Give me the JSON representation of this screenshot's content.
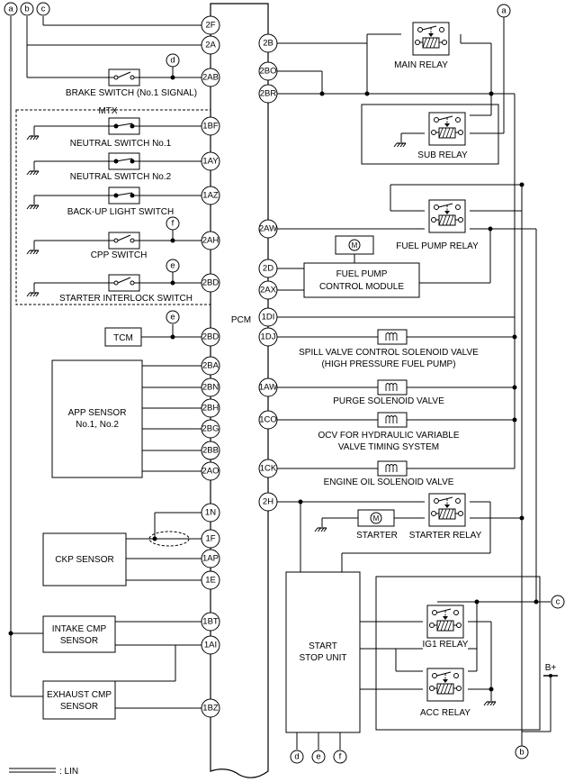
{
  "pcm_label": "PCM",
  "mtx_label": "MTX",
  "connectors": {
    "a": "a",
    "b": "b",
    "c": "c",
    "d": "d",
    "e": "e",
    "f": "f"
  },
  "left_pins": {
    "p2F": "2F",
    "p2A": "2A",
    "p2AB": "2AB",
    "p1BF": "1BF",
    "p1AY": "1AY",
    "p1AZ": "1AZ",
    "p2AH": "2AH",
    "p2BD": "2BD",
    "p2BD_tcm": "2BD",
    "p2BA": "2BA",
    "p2BN": "2BN",
    "p2BH": "2BH",
    "p2BG": "2BG",
    "p2BB": "2BB",
    "p2AO": "2AO",
    "p1N": "1N",
    "p1F": "1F",
    "p1AP": "1AP",
    "p1E": "1E",
    "p1BT": "1BT",
    "p1AI": "1AI",
    "p1BZ": "1BZ"
  },
  "right_pins": {
    "p2B": "2B",
    "p2BO": "2BO",
    "p2BR": "2BR",
    "p2AW": "2AW",
    "p2D": "2D",
    "p2AX": "2AX",
    "p1DI": "1DI",
    "p1DJ": "1DJ",
    "p1AW": "1AW",
    "p1CO": "1CO",
    "p1CK": "1CK",
    "p2H": "2H"
  },
  "components": {
    "brake_switch": "BRAKE SWITCH (No.1 SIGNAL)",
    "neutral_switch_1": "NEUTRAL SWITCH No.1",
    "neutral_switch_2": "NEUTRAL SWITCH No.2",
    "backup_light_switch": "BACK-UP LIGHT SWITCH",
    "cpp_switch": "CPP SWITCH",
    "starter_interlock": "STARTER INTERLOCK SWITCH",
    "tcm": "TCM",
    "app_sensor_1": "APP SENSOR",
    "app_sensor_2": "No.1, No.2",
    "ckp_sensor": "CKP SENSOR",
    "intake_cmp_1": "INTAKE CMP",
    "intake_cmp_2": "SENSOR",
    "exhaust_cmp_1": "EXHAUST CMP",
    "exhaust_cmp_2": "SENSOR",
    "main_relay": "MAIN RELAY",
    "sub_relay": "SUB RELAY",
    "fuel_pump_relay": "FUEL PUMP RELAY",
    "fpcm_1": "FUEL PUMP",
    "fpcm_2": "CONTROL MODULE",
    "spill_valve_1": "SPILL VALVE CONTROL SOLENOID VALVE",
    "spill_valve_2": "(HIGH PRESSURE FUEL PUMP)",
    "purge_valve": "PURGE SOLENOID VALVE",
    "ocv_1": "OCV FOR HYDRAULIC VARIABLE",
    "ocv_2": "VALVE TIMING SYSTEM",
    "engine_oil_valve": "ENGINE OIL SOLENOID VALVE",
    "starter": "STARTER",
    "starter_relay": "STARTER RELAY",
    "start_stop_1": "START",
    "start_stop_2": "STOP UNIT",
    "ig1_relay": "IG1 RELAY",
    "acc_relay": "ACC RELAY",
    "b_plus": "B+",
    "motor_symbol": "M"
  },
  "legend": {
    "lin": ": LIN"
  }
}
